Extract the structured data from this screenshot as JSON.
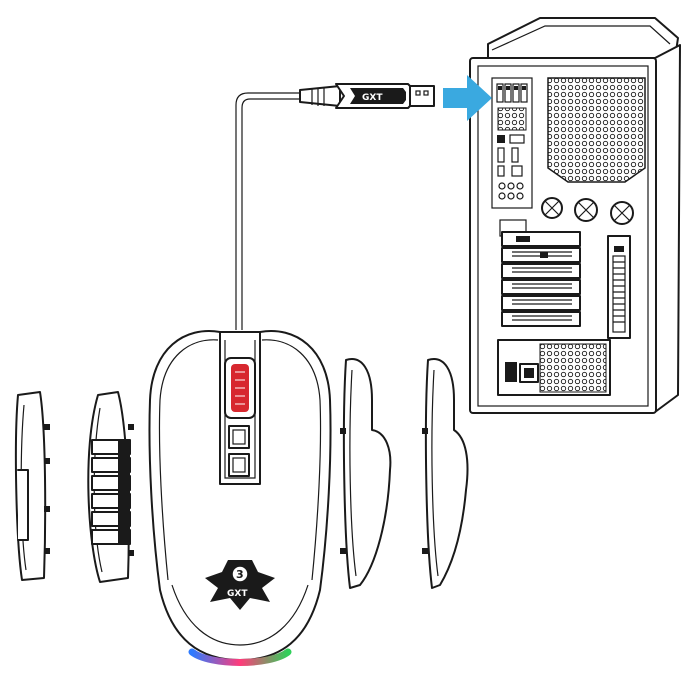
{
  "diagram": {
    "cable_brand": "GXT",
    "mouse_brand": "GXT",
    "mouse_logo_number": "3",
    "colors": {
      "arrow": "#3aa9e0",
      "scroll_wheel": "#d7282f",
      "rgb_start": "#2e7bff",
      "rgb_mid": "#ff3b7a",
      "rgb_end": "#30d05a"
    },
    "icons": [
      "usb-plug-icon",
      "arrow-right-icon",
      "computer-tower-icon",
      "gaming-mouse-icon",
      "side-panel-icon"
    ]
  }
}
